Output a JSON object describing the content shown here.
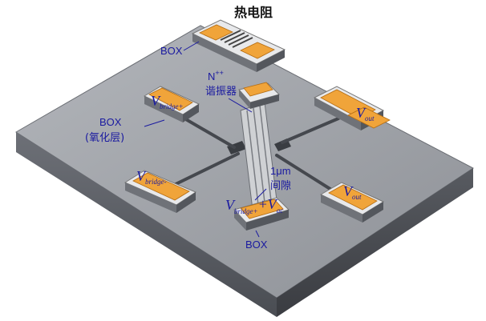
{
  "labels": {
    "thermistor": "热电阻",
    "box_top": "BOX",
    "n_plus": "N",
    "n_plus_sup": "++",
    "resonator": "谐振器",
    "box_oxide_1": "BOX",
    "box_oxide_2": "(氧化层)",
    "gap_value": "1μm",
    "gap_label": "间隙",
    "box_bottom": "BOX",
    "v_bridge_top_main": "V",
    "v_bridge_top_sub": "bridge+",
    "v_out_right_main": "V",
    "v_out_right_sub": "out",
    "v_bridge_left_main": "V",
    "v_bridge_left_sub": "bridge-",
    "v_out_lower_main": "V",
    "v_out_lower_sub": "out",
    "v_center_main": "V",
    "v_center_sub": "bridge+",
    "v_center_plus": "+V",
    "v_center_sub2": "ac"
  },
  "colors": {
    "pad": "#f0a43a",
    "substrate_top": "#9da0a6",
    "substrate_side": "#5b5f66",
    "annotation": "#1a1aa0"
  }
}
